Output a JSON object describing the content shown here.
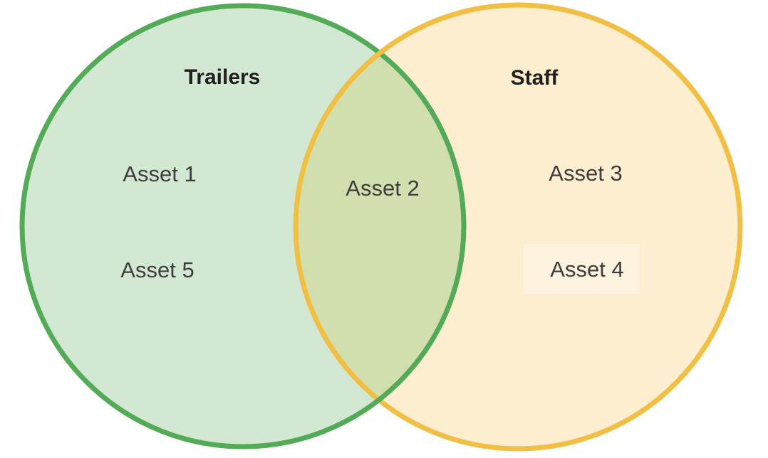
{
  "diagram": {
    "type": "venn",
    "sets": [
      {
        "label": "Trailers",
        "items": [
          "Asset 1",
          "Asset 5"
        ],
        "fill": "#d3e8d3",
        "stroke": "#53ab57"
      },
      {
        "label": "Staff",
        "items": [
          "Asset 3",
          "Asset 4"
        ],
        "fill": "#fdeed0",
        "stroke": "#f2bf45"
      }
    ],
    "intersection": {
      "items": [
        "Asset 2"
      ],
      "fill": "#d1dfae"
    },
    "colors": {
      "title_text": "#1f1f1f",
      "item_text": "#3d3d3d",
      "background": "#ffffff"
    }
  }
}
